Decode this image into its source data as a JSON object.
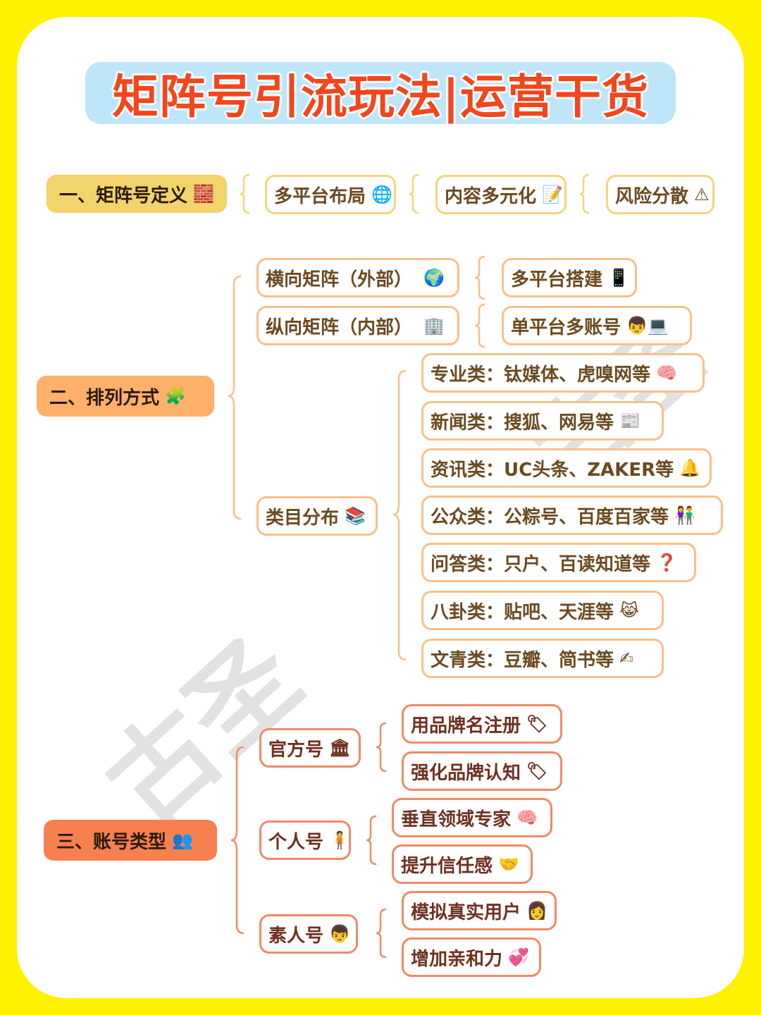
{
  "title": "矩阵号引流玩法|运营干货",
  "watermark": "古圣",
  "colors": {
    "outer_border": "#fff200",
    "title_bg": "#bfe6f8",
    "title_text": "#f3461c",
    "section1": "#f3d36b",
    "section2": "#ffb06a",
    "section3": "#f7804f"
  },
  "section1": {
    "label": "一、矩阵号定义",
    "icon": "🧱",
    "items": [
      {
        "label": "多平台布局",
        "icon": "🌐"
      },
      {
        "label": "内容多元化",
        "icon": "📝"
      },
      {
        "label": "风险分散",
        "icon": "⚠"
      }
    ]
  },
  "section2": {
    "label": "二、排列方式",
    "icon": "🧩",
    "branches": [
      {
        "label": "横向矩阵（外部）",
        "icon": "🌍",
        "child": {
          "label": "多平台搭建",
          "icon": "📱"
        }
      },
      {
        "label": "纵向矩阵（内部）",
        "icon": "🏢",
        "child": {
          "label": "单平台多账号",
          "icon": "👦💻"
        }
      },
      {
        "label": "类目分布",
        "icon": "📚"
      }
    ],
    "categories": [
      {
        "label": "专业类：钛媒体、虎嗅网等",
        "icon": "🧠"
      },
      {
        "label": "新闻类：搜狐、网易等",
        "icon": "📰"
      },
      {
        "label": "资讯类：UC头条、ZAKER等",
        "icon": "🔔"
      },
      {
        "label": "公众类：公粽号、百度百家等",
        "icon": "👫"
      },
      {
        "label": "问答类：只户、百读知道等",
        "icon": "❓"
      },
      {
        "label": "八卦类：贴吧、天涯等",
        "icon": "😹"
      },
      {
        "label": "文青类：豆瓣、简书等",
        "icon": "✍"
      }
    ]
  },
  "section3": {
    "label": "三、账号类型",
    "icon": "👥",
    "types": [
      {
        "label": "官方号",
        "icon": "🏛",
        "children": [
          {
            "label": "用品牌名注册",
            "icon": "🏷"
          },
          {
            "label": "强化品牌认知",
            "icon": "🏷"
          }
        ]
      },
      {
        "label": "个人号",
        "icon": "🧍",
        "children": [
          {
            "label": "垂直领域专家",
            "icon": "🧠"
          },
          {
            "label": "提升信任感",
            "icon": "🤝"
          }
        ]
      },
      {
        "label": "素人号",
        "icon": "👦",
        "children": [
          {
            "label": "模拟真实用户",
            "icon": "👩"
          },
          {
            "label": "增加亲和力",
            "icon": "💞"
          }
        ]
      }
    ]
  }
}
